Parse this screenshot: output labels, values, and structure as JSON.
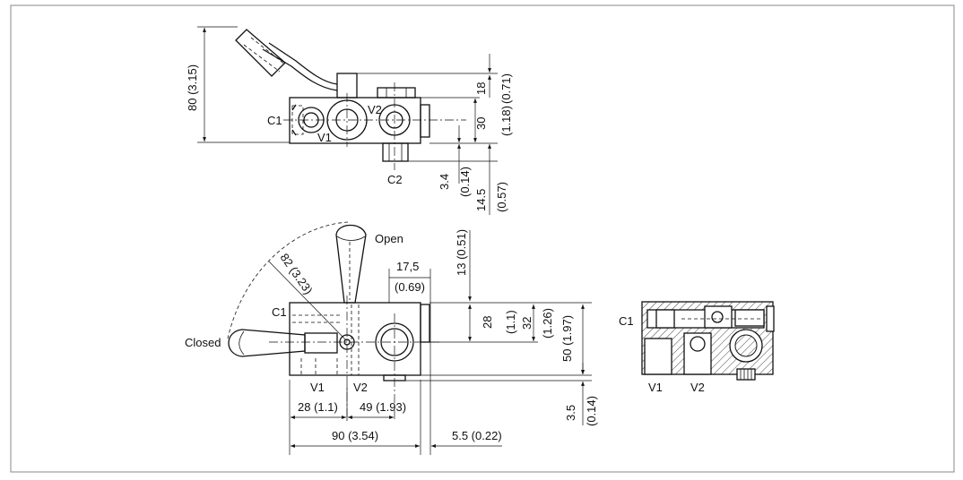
{
  "labels": {
    "c1": "C1",
    "v1": "V1",
    "v2": "V2",
    "c2": "C2",
    "open": "Open",
    "closed": "Closed"
  },
  "dimensions": {
    "height_80": "80 (3.15)",
    "d18": "18",
    "d18_in": "(0.71)",
    "d30": "30",
    "d30_in": "(1.18)",
    "d3_4": "3.4",
    "d3_4_in": "(0.14)",
    "d14_5": "14.5",
    "d14_5_in": "(0.57)",
    "radius_82": "82 (3.23)",
    "d13": "13 (0.51)",
    "d17_5": "17,5",
    "d17_5_in": "(0.69)",
    "d28v": "28",
    "d28v_in": "(1.1)",
    "d32": "32",
    "d32_in": "(1.26)",
    "d50": "50 (1.97)",
    "d3_5": "3.5",
    "d3_5_in": "(0.14)",
    "d28h": "28 (1.1)",
    "d49": "49 (1.93)",
    "d90": "90 (3.54)",
    "d5_5": "5.5 (0.22)"
  }
}
